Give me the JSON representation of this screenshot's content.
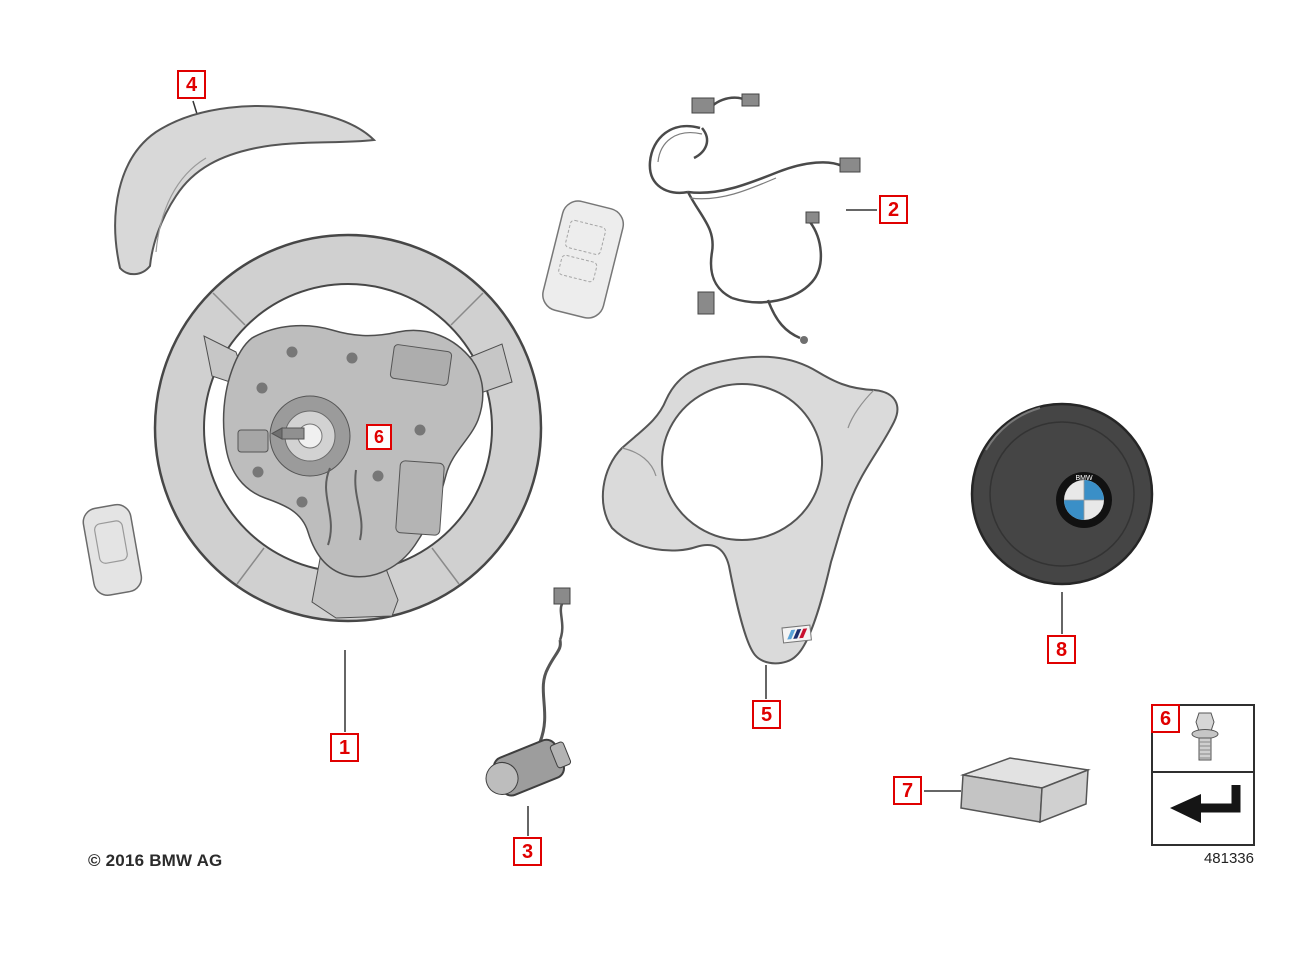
{
  "diagram": {
    "copyright": "© 2016 BMW AG",
    "drawing_number": "481336",
    "bmw_logo_text": "BMW",
    "colors": {
      "callout_red": "#e00000",
      "bmw_blue": "#3a8fc7",
      "drawing_gray": "#bdbdbd"
    },
    "callouts": [
      {
        "label": "4"
      },
      {
        "label": "2"
      },
      {
        "label": "6"
      },
      {
        "label": "1"
      },
      {
        "label": "3"
      },
      {
        "label": "5"
      },
      {
        "label": "8"
      },
      {
        "label": "7"
      },
      {
        "label": "6"
      }
    ],
    "icons": {
      "screw": "hex-flange-screw-icon",
      "direction_arrow": "direction-arrow-icon",
      "bmw_roundel": "bmw-roundel-icon"
    }
  }
}
